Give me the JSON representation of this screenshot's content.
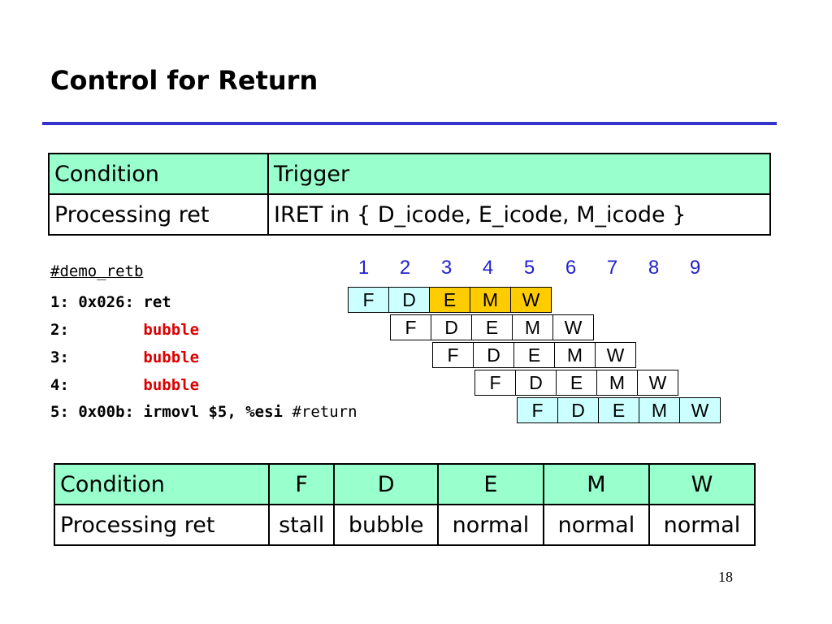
{
  "slide": {
    "title": "Control for Return",
    "page_number": "18"
  },
  "table1": {
    "header": [
      "Condition",
      "Trigger"
    ],
    "row": [
      "Processing ret",
      "IRET in { D_icode, E_icode, M_icode }"
    ]
  },
  "code": {
    "label": "#demo_retb",
    "lines": [
      {
        "prefix": "1: 0x026: ",
        "instr": "ret",
        "comment": ""
      },
      {
        "prefix": "2:        ",
        "instr": "bubble",
        "comment": ""
      },
      {
        "prefix": "3:        ",
        "instr": "bubble",
        "comment": ""
      },
      {
        "prefix": "4:        ",
        "instr": "bubble",
        "comment": ""
      },
      {
        "prefix": "5: 0x00b: ",
        "instr": "irmovl $5, %esi",
        "comment": "#return"
      }
    ]
  },
  "pipeline": {
    "cycles": [
      "1",
      "2",
      "3",
      "4",
      "5",
      "6",
      "7",
      "8",
      "9"
    ],
    "stages": [
      "F",
      "D",
      "E",
      "M",
      "W"
    ],
    "colors": {
      "highlight": "#ffcc00",
      "tint": "#ccffff"
    }
  },
  "table2": {
    "header": [
      "Condition",
      "F",
      "D",
      "E",
      "M",
      "W"
    ],
    "row": [
      "Processing ret",
      "stall",
      "bubble",
      "normal",
      "normal",
      "normal"
    ]
  }
}
